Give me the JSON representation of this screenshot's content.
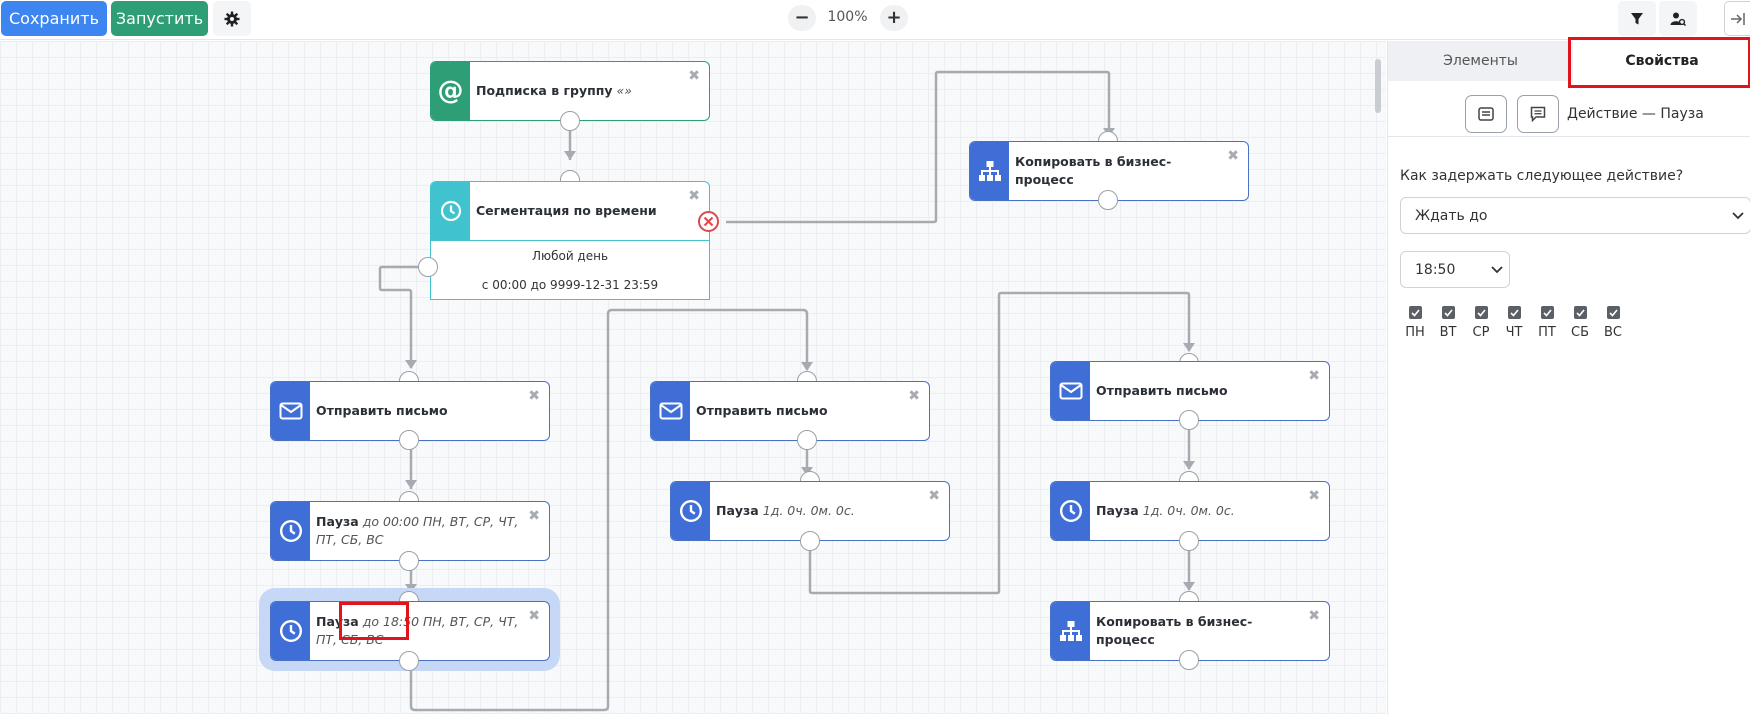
{
  "toolbar": {
    "save_label": "Сохранить",
    "run_label": "Запустить",
    "zoom": "100%",
    "zoom_out": "−",
    "zoom_in": "+"
  },
  "nodes": {
    "subscribe": {
      "title": "Подписка в группу",
      "detail": "«»"
    },
    "segment": {
      "title": "Сегментация по времени",
      "sub_line1": "Любой день",
      "sub_line2": "с 00:00 до 9999-12-31 23:59"
    },
    "copy_top": {
      "title": "Копировать в бизнес-процесс"
    },
    "send1": {
      "title": "Отправить письмо"
    },
    "pause1": {
      "title": "Пауза",
      "detail": "до 00:00 ПН, ВТ, СР, ЧТ, ПТ, СБ, ВС"
    },
    "pause2": {
      "title": "Пауза",
      "detail": "до 18:50 ПН, ВТ, СР, ЧТ, ПТ, СБ, ВС"
    },
    "send2": {
      "title": "Отправить письмо"
    },
    "pause3": {
      "title": "Пауза",
      "detail": "1д. 0ч. 0м. 0с."
    },
    "send3": {
      "title": "Отправить письмо"
    },
    "pause4": {
      "title": "Пауза",
      "detail": "1д. 0ч. 0м. 0с."
    },
    "copy_bottom": {
      "title": "Копировать в бизнес-процесс"
    }
  },
  "panel": {
    "tab_elements": "Элементы",
    "tab_properties": "Свойства",
    "action_label": "Действие — Пауза",
    "question": "Как задержать следующее действие?",
    "delay_mode": "Ждать до",
    "time_value": "18:50",
    "days": [
      {
        "label": "ПН",
        "checked": true
      },
      {
        "label": "ВТ",
        "checked": true
      },
      {
        "label": "СР",
        "checked": true
      },
      {
        "label": "ЧТ",
        "checked": true
      },
      {
        "label": "ПТ",
        "checked": true
      },
      {
        "label": "СБ",
        "checked": true
      },
      {
        "label": "ВС",
        "checked": true
      }
    ]
  },
  "colors": {
    "save": "#3d85f0",
    "run": "#2e9e76",
    "node_blue": "#3f6fd6",
    "node_teal": "#40c3cf",
    "highlight_red": "#e0141c",
    "error_red": "#e0474c"
  }
}
